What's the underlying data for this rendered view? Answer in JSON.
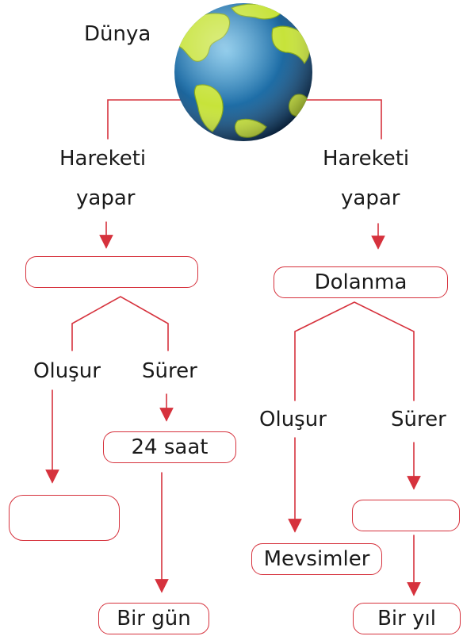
{
  "diagram": {
    "title": "Dünya",
    "left_branch": {
      "movement_line1": "Hareketi",
      "movement_line2": "yapar",
      "movement_box": "",
      "forms_label": "Oluşur",
      "lasts_label": "Sürer",
      "duration_box": "24 saat",
      "forms_box": "",
      "result_box": "Bir gün"
    },
    "right_branch": {
      "movement_line1": "Hareketi",
      "movement_line2": "yapar",
      "movement_box": "Dolanma",
      "forms_label": "Oluşur",
      "lasts_label": "Sürer",
      "forms_box": "Mevsimler",
      "duration_box": "",
      "result_box": "Bir yıl"
    },
    "colors": {
      "connector": "#d6323d",
      "ocean": "#1f6fa8",
      "land": "#c7e33a"
    },
    "icons": [
      "earth-globe-icon"
    ]
  }
}
